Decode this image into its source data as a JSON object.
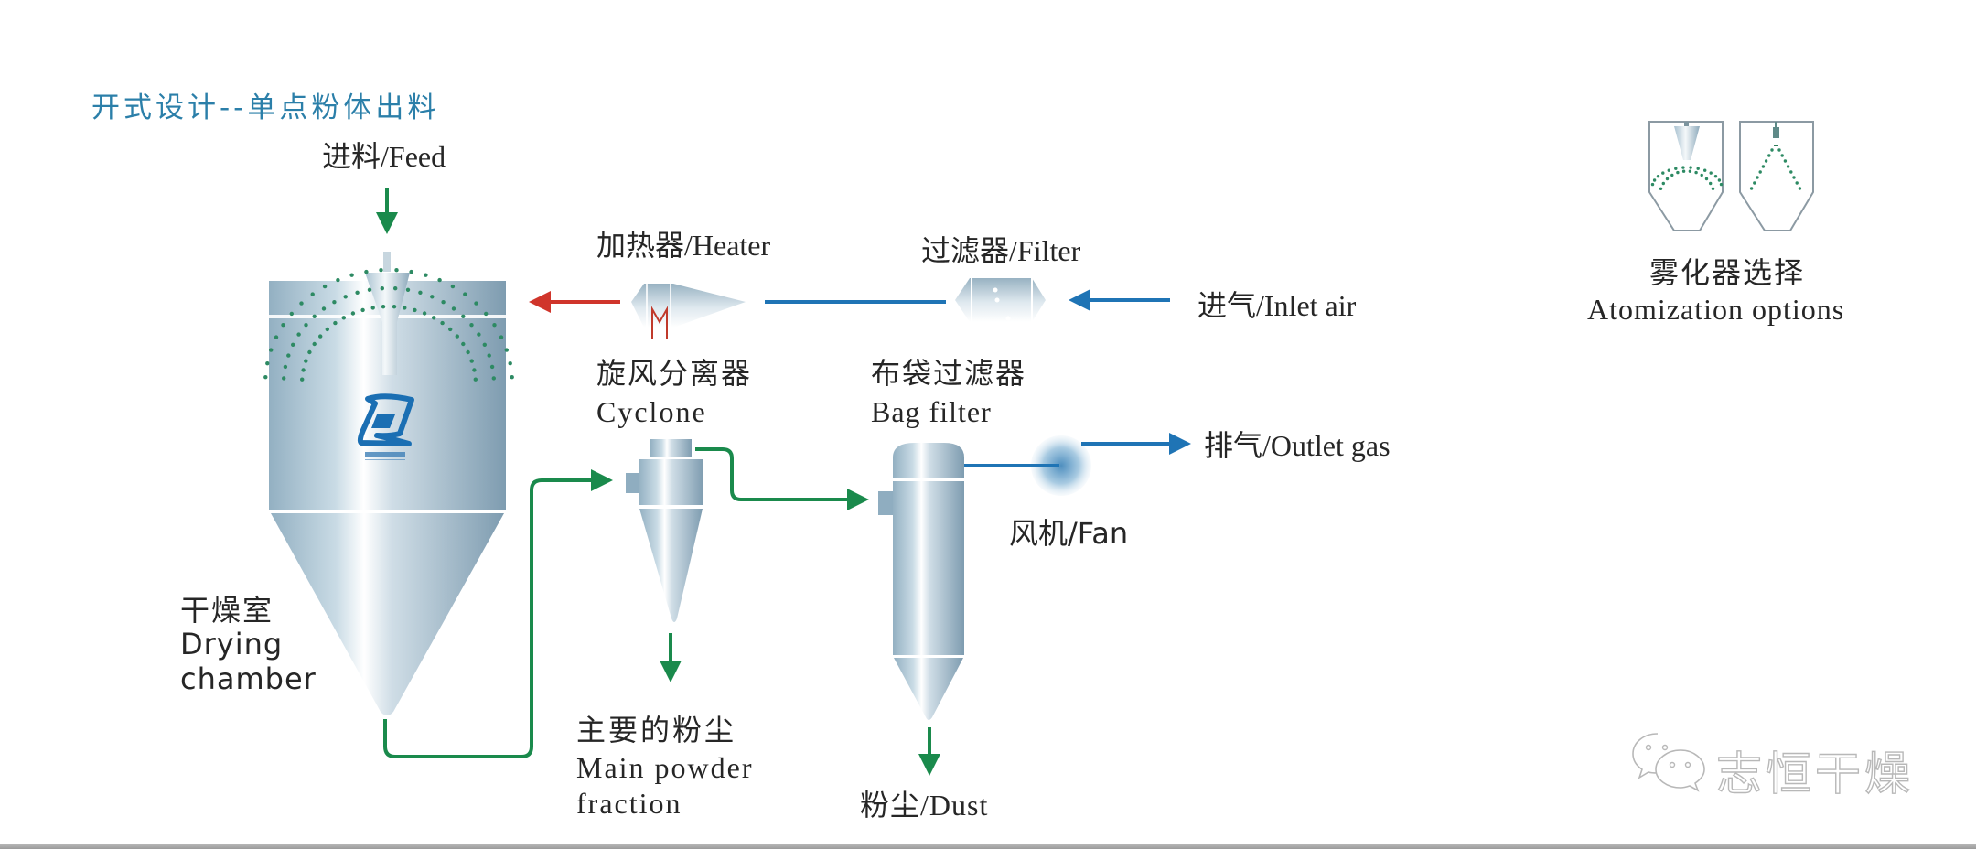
{
  "title": "开式设计--单点粉体出料",
  "labels": {
    "feed": "进料/Feed",
    "heater": "加热器/Heater",
    "filter": "过滤器/Filter",
    "inlet_air": "进气/Inlet air",
    "cyclone_cn": "旋风分离器",
    "cyclone_en": "Cyclone",
    "bag_filter_cn": "布袋过滤器",
    "bag_filter_en": "Bag filter",
    "outlet_gas": "排气/Outlet gas",
    "fan": "风机/Fan",
    "drying_chamber_cn": "干燥室",
    "drying_chamber_en_1": "Drying",
    "drying_chamber_en_2": "chamber",
    "main_powder_cn": "主要的粉尘",
    "main_powder_en_1": "Main powder",
    "main_powder_en_2": "fraction",
    "dust": "粉尘/Dust",
    "atomization_cn": "雾化器选择",
    "atomization_en": "Atomization options",
    "heater_coil_mark": "M"
  },
  "watermark": {
    "icon": "wechat-icon",
    "text": "志恒干燥"
  },
  "colors": {
    "title": "#2b7fa9",
    "product_flow": "#1a8a4c",
    "hot_air": "#d0352b",
    "air_flow": "#1f74b5",
    "equipment": "#9db8c8"
  },
  "flows": [
    {
      "from": "feed",
      "to": "drying_chamber",
      "type": "product_flow"
    },
    {
      "from": "inlet_air",
      "to": "filter",
      "type": "air_flow"
    },
    {
      "from": "filter",
      "to": "heater",
      "type": "air_flow"
    },
    {
      "from": "heater",
      "to": "drying_chamber",
      "type": "hot_air"
    },
    {
      "from": "drying_chamber",
      "to": "cyclone",
      "type": "product_flow"
    },
    {
      "from": "cyclone",
      "to": "main_powder",
      "type": "product_flow"
    },
    {
      "from": "cyclone",
      "to": "bag_filter",
      "type": "product_flow"
    },
    {
      "from": "bag_filter",
      "to": "dust",
      "type": "product_flow"
    },
    {
      "from": "bag_filter",
      "to": "fan",
      "type": "air_flow"
    },
    {
      "from": "fan",
      "to": "outlet_gas",
      "type": "air_flow"
    }
  ]
}
